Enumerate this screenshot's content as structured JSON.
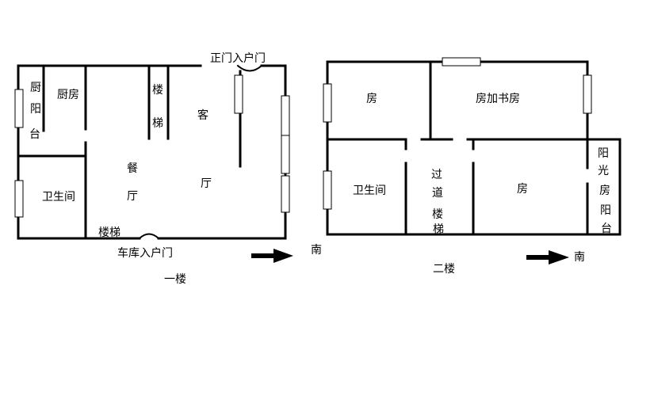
{
  "floor1": {
    "caption": "一楼",
    "south": "南",
    "front_door": "正门入户门",
    "garage_door": "车库入户门",
    "rooms": {
      "kitchen_balcony": [
        "厨",
        "阳",
        "台"
      ],
      "kitchen": "厨房",
      "stairs_top": [
        "楼",
        "梯"
      ],
      "living": [
        "客",
        "厅"
      ],
      "dining": [
        "餐",
        "厅"
      ],
      "bathroom": "卫生间",
      "stairs_bottom": "楼梯"
    }
  },
  "floor2": {
    "caption": "二楼",
    "south": "南",
    "rooms": {
      "room_nw": "房",
      "room_study": "房加书房",
      "bathroom": "卫生间",
      "corridor": [
        "过",
        "道"
      ],
      "stairs": [
        "楼",
        "梯"
      ],
      "room_s": "房",
      "sun_balcony": [
        "阳",
        "光",
        "房",
        "阳",
        "台"
      ]
    }
  }
}
